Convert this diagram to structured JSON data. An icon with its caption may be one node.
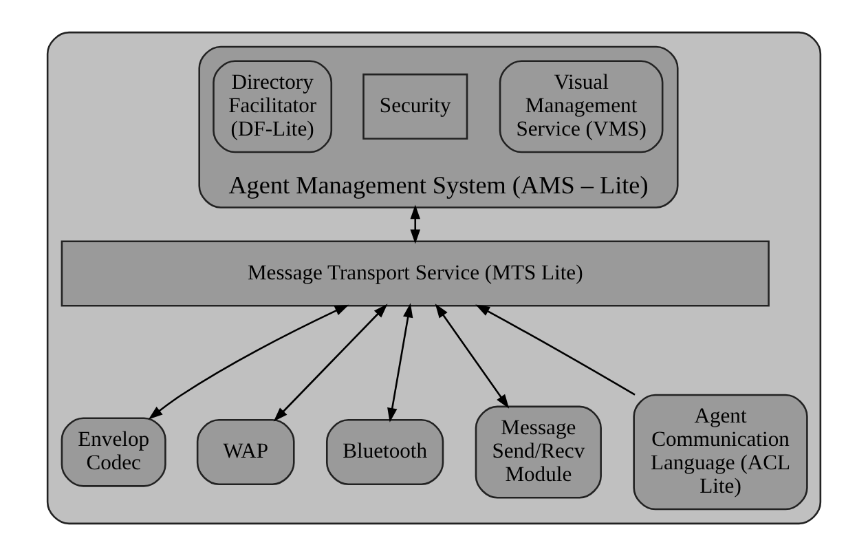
{
  "diagram": {
    "nodes": [
      {
        "text": [],
        "shape": "box"
      },
      {
        "text": [
          "Agent Management System (AMS – Lite)"
        ],
        "in": 0
      },
      {
        "text": [
          "Directory Facilitator (DF-Lite)"
        ],
        "in": 1
      },
      {
        "text": [
          "Security"
        ],
        "in": 1
      },
      {
        "text": [
          "Visual Management Service (VMS)"
        ],
        "in": 1
      },
      {
        "text": [
          "Message Transport Service (MTS Lite)"
        ],
        "in": 0
      },
      {
        "text": [
          "Envelop Codec"
        ],
        "in": 0
      },
      {
        "text": [
          "WAP"
        ],
        "in": 0
      },
      {
        "text": [
          "Bluetooth"
        ],
        "in": 0
      },
      {
        "text": [
          "Message Send/Recv Module"
        ],
        "in": 0
      },
      {
        "text": [
          "Agent Communication Language (ACL Lite)"
        ],
        "in": 0
      }
    ],
    "edges": [
      {
        "from": 1,
        "to": 5,
        "arrow": "both"
      },
      {
        "from": 5,
        "to": 6,
        "arrow": "both"
      },
      {
        "from": 5,
        "to": 7,
        "arrow": "both"
      },
      {
        "from": 5,
        "to": 8,
        "arrow": "both"
      },
      {
        "from": 5,
        "to": 9,
        "arrow": "both"
      },
      {
        "from": 10,
        "to": 5,
        "arrow": "to"
      }
    ]
  }
}
